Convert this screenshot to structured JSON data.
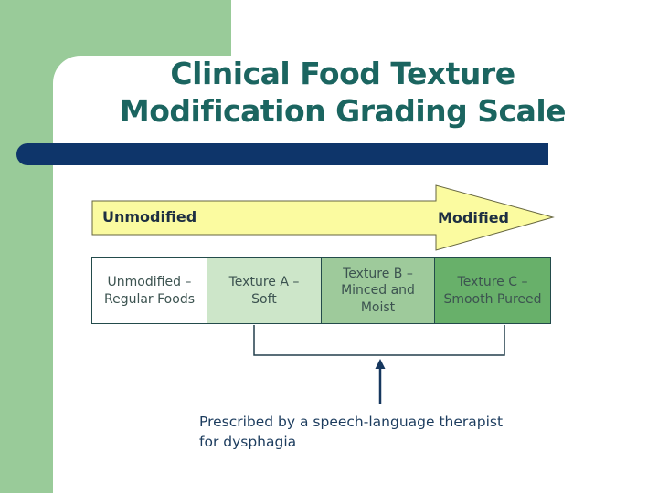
{
  "slide": {
    "title": {
      "line1": "Clinical Food Texture",
      "line2": "Modification Grading Scale"
    },
    "banner": {
      "left_label": "Unmodified",
      "right_label": "Modified"
    },
    "boxes": [
      {
        "label": "Unmodified –\nRegular Foods"
      },
      {
        "label": "Texture A –\nSoft"
      },
      {
        "label": "Texture B –\nMinced and\nMoist"
      },
      {
        "label": "Texture C –\nSmooth Pureed"
      }
    ],
    "caption": "Prescribed by a speech-language therapist\nfor dysphagia"
  },
  "colors": {
    "page_green": "#99CB99",
    "title_teal": "#1B6560",
    "accent_navy": "#0E356A",
    "arrow_yellow": "#FBFBA0",
    "arrow_outline": "#66663F",
    "box_border": "#234B4B",
    "box_fills": [
      "#FFFFFF",
      "#CDE6C9",
      "#9ECA9B",
      "#68B06A"
    ],
    "box_text": "#3C5350",
    "caption_navy": "#1C3C5E",
    "bracket_line": "#223F4C",
    "up_arrow_navy": "#16375E"
  }
}
